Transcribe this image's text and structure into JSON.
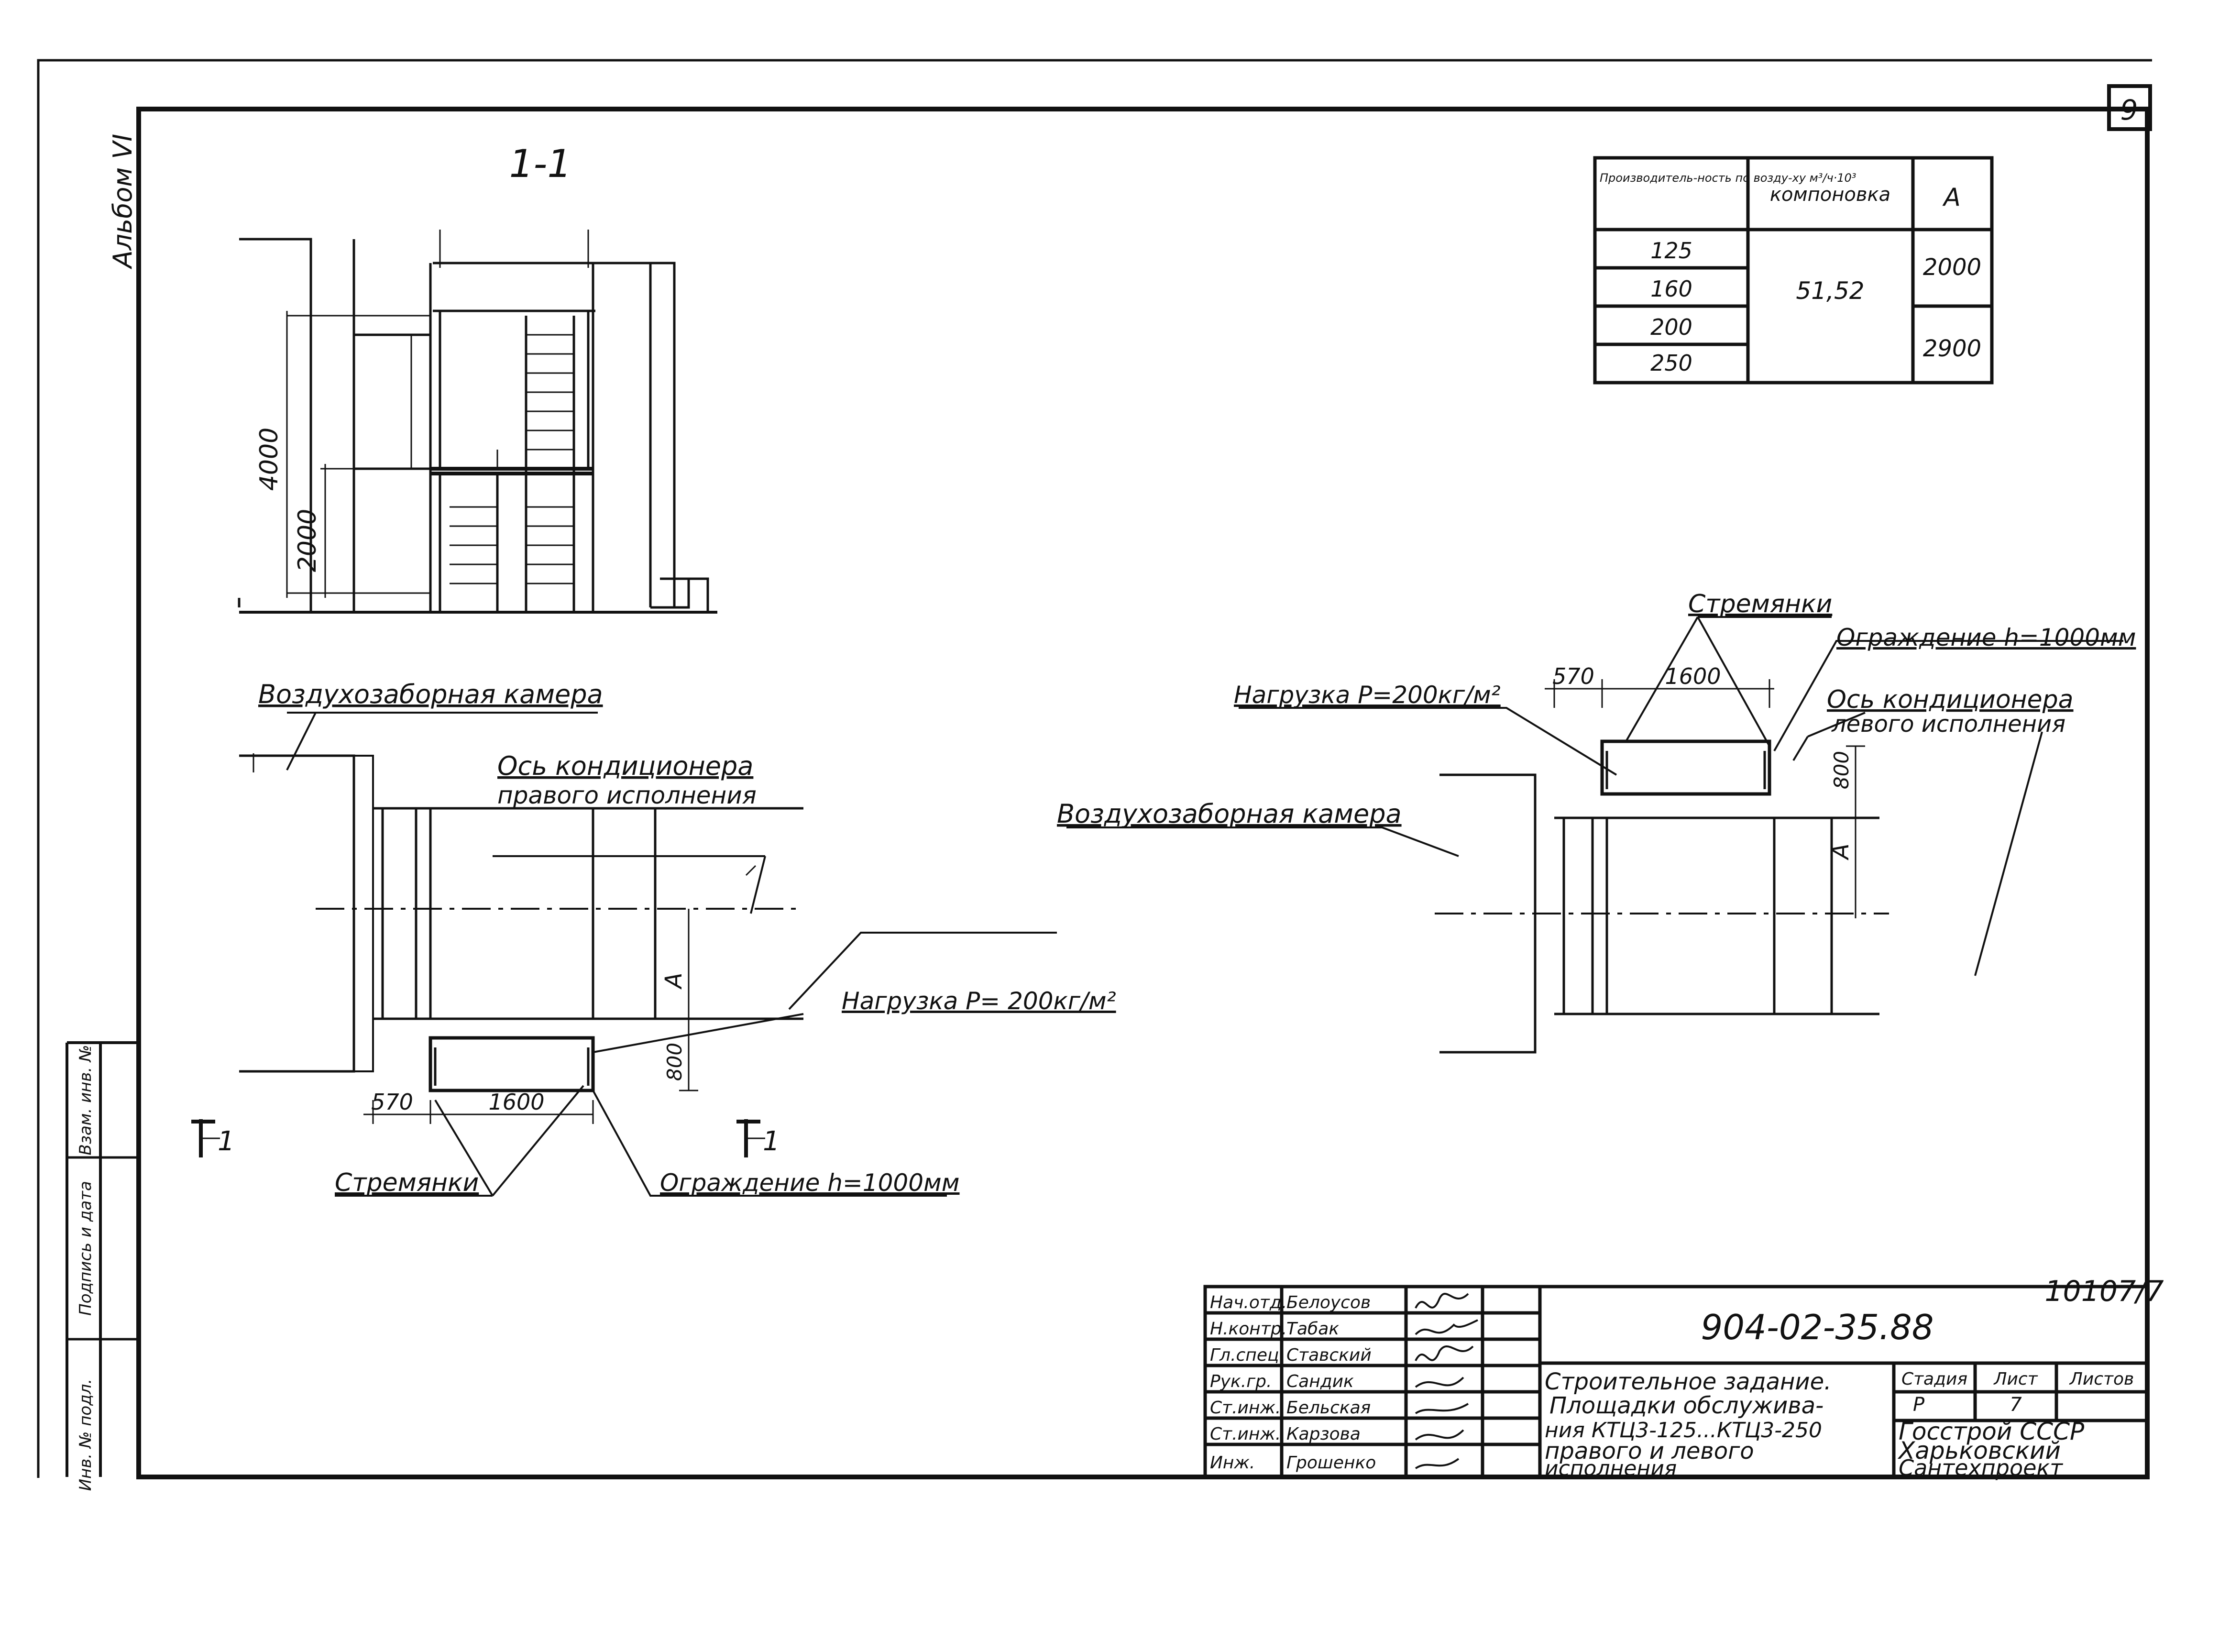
{
  "sheet_number": "9",
  "album_label": "Альбом VI",
  "section_label": "1-1",
  "section_marks": {
    "left": "1",
    "right": "1"
  },
  "elevation": {
    "dim_total": "4000",
    "dim_lower": "2000"
  },
  "plan_right_hand": {
    "chamber_label": "Воздухозаборная камера",
    "axis_label_line1": "Ось кондиционера",
    "axis_label_line2": "правого исполнения",
    "load_label": "Нагрузка P= 200кг/м²",
    "dim_a": "A",
    "dim_platform_depth": "800",
    "dim_offset": "570",
    "dim_platform_width": "1600",
    "ladders_label": "Стремянки",
    "railing_label": "Ограждение h=1000мм"
  },
  "plan_left_hand": {
    "ladders_label": "Стремянки",
    "railing_label": "Ограждение h=1000мм",
    "load_label": "Нагрузка P=200кг/м²",
    "axis_label_line1": "Ось кондиционера",
    "axis_label_line2": "левого исполнения",
    "chamber_label": "Воздухозаборная камера",
    "dim_offset": "570",
    "dim_platform_width": "1600",
    "dim_platform_depth": "800",
    "dim_a": "A"
  },
  "spec_table": {
    "headers": [
      "Производитель-ность по возду-ху м³/ч·10³",
      "компоновка",
      "A"
    ],
    "rows": [
      {
        "capacity": "125",
        "layout": "51,52",
        "a": "2000"
      },
      {
        "capacity": "160"
      },
      {
        "capacity": "200",
        "a": "2900"
      },
      {
        "capacity": "250"
      }
    ]
  },
  "left_margin_stamp": [
    "Инв. № подл.",
    "Подпись и дата",
    "Взам. инв. №"
  ],
  "title_block": {
    "archive_number": "10107/7",
    "doc_code": "904-02-35.88",
    "staff": [
      {
        "role": "Нач.отд.",
        "name": "Белоусов"
      },
      {
        "role": "Н.контр.",
        "name": "Табак"
      },
      {
        "role": "Гл.спец.",
        "name": "Ставский"
      },
      {
        "role": "Рук.гр.",
        "name": "Сандик"
      },
      {
        "role": "Ст.инж.",
        "name": "Бельская"
      },
      {
        "role": "Ст.инж.",
        "name": "Карзова"
      },
      {
        "role": "Инж.",
        "name": "Грошенко"
      }
    ],
    "title_lines": [
      "Строительное задание.",
      "Площадки обслужива-",
      "ния КТЦ3-125...КТЦ3-250",
      "правого и левого",
      "исполнения"
    ],
    "stage_header": "Стадия",
    "sheet_header": "Лист",
    "sheets_header": "Листов",
    "stage_value": "Р",
    "sheet_value": "7",
    "organization": [
      "Госстрой СССР",
      "Харьковский",
      "Сантехпроект"
    ]
  }
}
